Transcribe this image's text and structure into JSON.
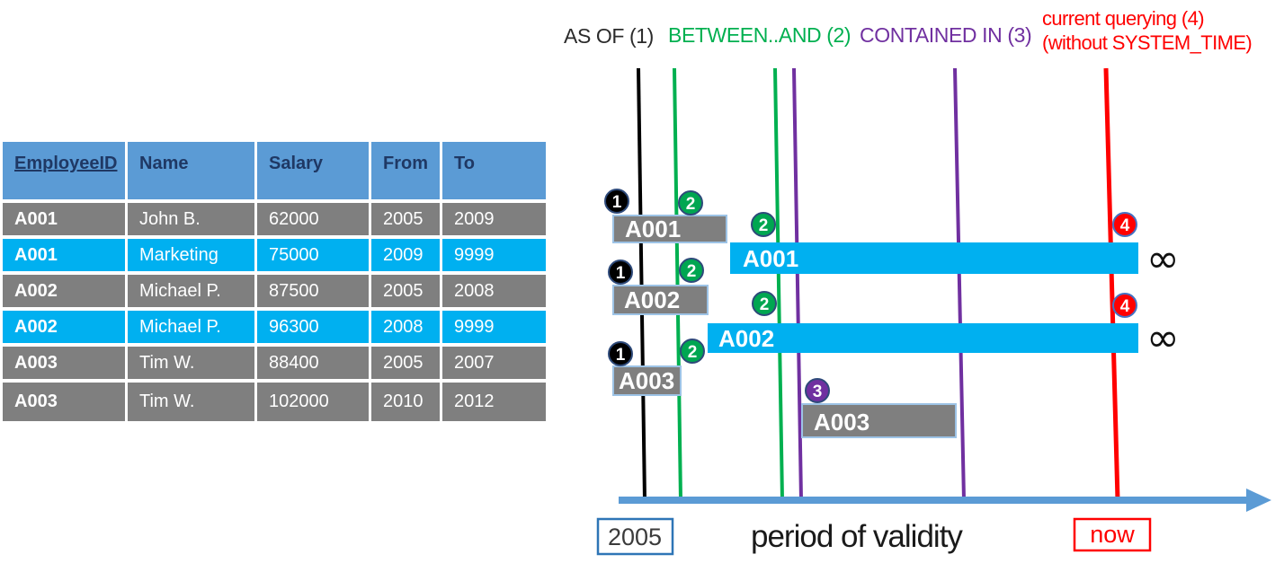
{
  "legend": {
    "as_of": "AS OF (1)",
    "between_and": "BETWEEN..AND (2)",
    "contained_in": "CONTAINED IN (3)",
    "current_querying_line1": "current querying (4)",
    "current_querying_line2": "(without SYSTEM_TIME)"
  },
  "table": {
    "headers": [
      "EmployeeID",
      "Name",
      "Salary",
      "From",
      "To"
    ],
    "rows": [
      {
        "employee_id": "A001",
        "name": "John B.",
        "salary": "62000",
        "from": "2005",
        "to": "2009",
        "highlight": false
      },
      {
        "employee_id": "A001",
        "name": "Marketing",
        "salary": "75000",
        "from": "2009",
        "to": "9999",
        "highlight": true
      },
      {
        "employee_id": "A002",
        "name": "Michael P.",
        "salary": "87500",
        "from": "2005",
        "to": "2008",
        "highlight": false
      },
      {
        "employee_id": "A002",
        "name": "Michael P.",
        "salary": "96300",
        "from": "2008",
        "to": "9999",
        "highlight": true
      },
      {
        "employee_id": "A003",
        "name": "Tim W.",
        "salary": "88400",
        "from": "2005",
        "to": "2007",
        "highlight": false
      },
      {
        "employee_id": "A003",
        "name": "Tim W.",
        "salary": "102000",
        "from": "2010",
        "to": "2012",
        "highlight": false
      }
    ]
  },
  "diagram": {
    "bars": [
      {
        "label": "A001",
        "variant": "gray",
        "open_ended": false
      },
      {
        "label": "A001",
        "variant": "cyan",
        "open_ended": true
      },
      {
        "label": "A002",
        "variant": "gray",
        "open_ended": false
      },
      {
        "label": "A002",
        "variant": "cyan",
        "open_ended": true
      },
      {
        "label": "A003",
        "variant": "gray",
        "open_ended": false
      },
      {
        "label": "A003",
        "variant": "gray",
        "open_ended": false
      }
    ],
    "badges": [
      "1",
      "2",
      "2",
      "1",
      "2",
      "2",
      "1",
      "2",
      "3",
      "4",
      "4"
    ],
    "infinity_symbol": "∞",
    "axis": {
      "start_label": "2005",
      "title": "period of validity",
      "end_label": "now"
    }
  },
  "colors": {
    "header_blue": "#5B9BD5",
    "header_text_navy": "#1F3864",
    "row_gray": "#7F7F7F",
    "row_cyan": "#00B0F0",
    "line_black": "#000000",
    "line_green": "#00B050",
    "line_purple": "#7030A0",
    "line_red": "#FF0000",
    "axis_blue": "#5B9BD5",
    "gray_bar_border": "#9DC3E6",
    "start_box_border": "#2E75B6"
  }
}
